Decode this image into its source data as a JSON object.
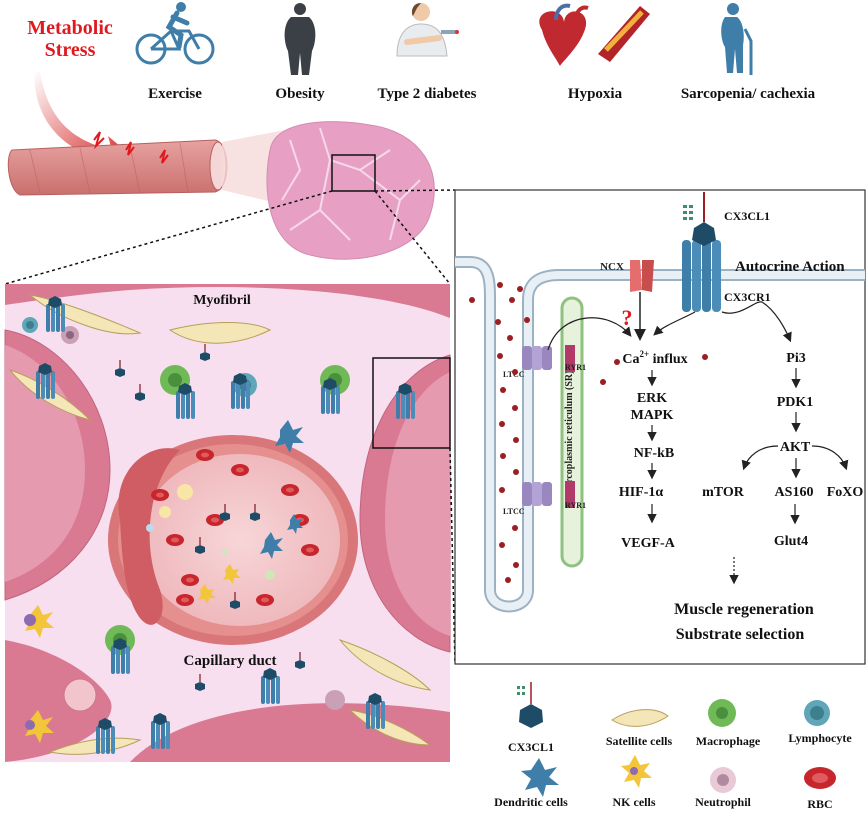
{
  "header": {
    "stress_line1": "Metabolic",
    "stress_line2": "Stress",
    "conditions": [
      "Exercise",
      "Obesity",
      "Type 2 diabetes",
      "Hypoxia",
      "Sarcopenia/  cachexia"
    ]
  },
  "tissue": {
    "myofibril": "Myofibril",
    "capillary": "Capillary duct"
  },
  "pathway": {
    "ligand": "CX3CL1",
    "receptor": "CX3CR1",
    "autocrine": "Autocrine Action",
    "ncx": "NCX",
    "question": "?",
    "ltcc": "LTCC",
    "ryr1": "RYR1",
    "sr": "Sarcoplasmic reticulum (SR)",
    "ca_pre": "Ca",
    "ca_sup": "2+",
    "ca_post": " influx",
    "left_chain": [
      "ERK",
      "MAPK",
      "NF-kB",
      "HIF-1α",
      "VEGF-A"
    ],
    "pi3": "Pi3",
    "pdk1": "PDK1",
    "akt": "AKT",
    "mtor": "mTOR",
    "as160": "AS160",
    "foxo": "FoXO",
    "glut4": "Glut4",
    "outcome1": "Muscle regeneration",
    "outcome2": "Substrate selection"
  },
  "legend": {
    "items": [
      "CX3CL1",
      "Satellite cells",
      "Macrophage",
      "Lymphocyte",
      "Dendritic cells",
      "NK cells",
      "Neutrophil",
      "RBC"
    ]
  },
  "colors": {
    "stress_red": "#e0191f",
    "muscle_pink": "#d97a92",
    "interstitium": "#f7dff0",
    "receptor_blue": "#3f7ea8",
    "rbc_red": "#c7262d",
    "sr_green": "#8fc27e"
  }
}
